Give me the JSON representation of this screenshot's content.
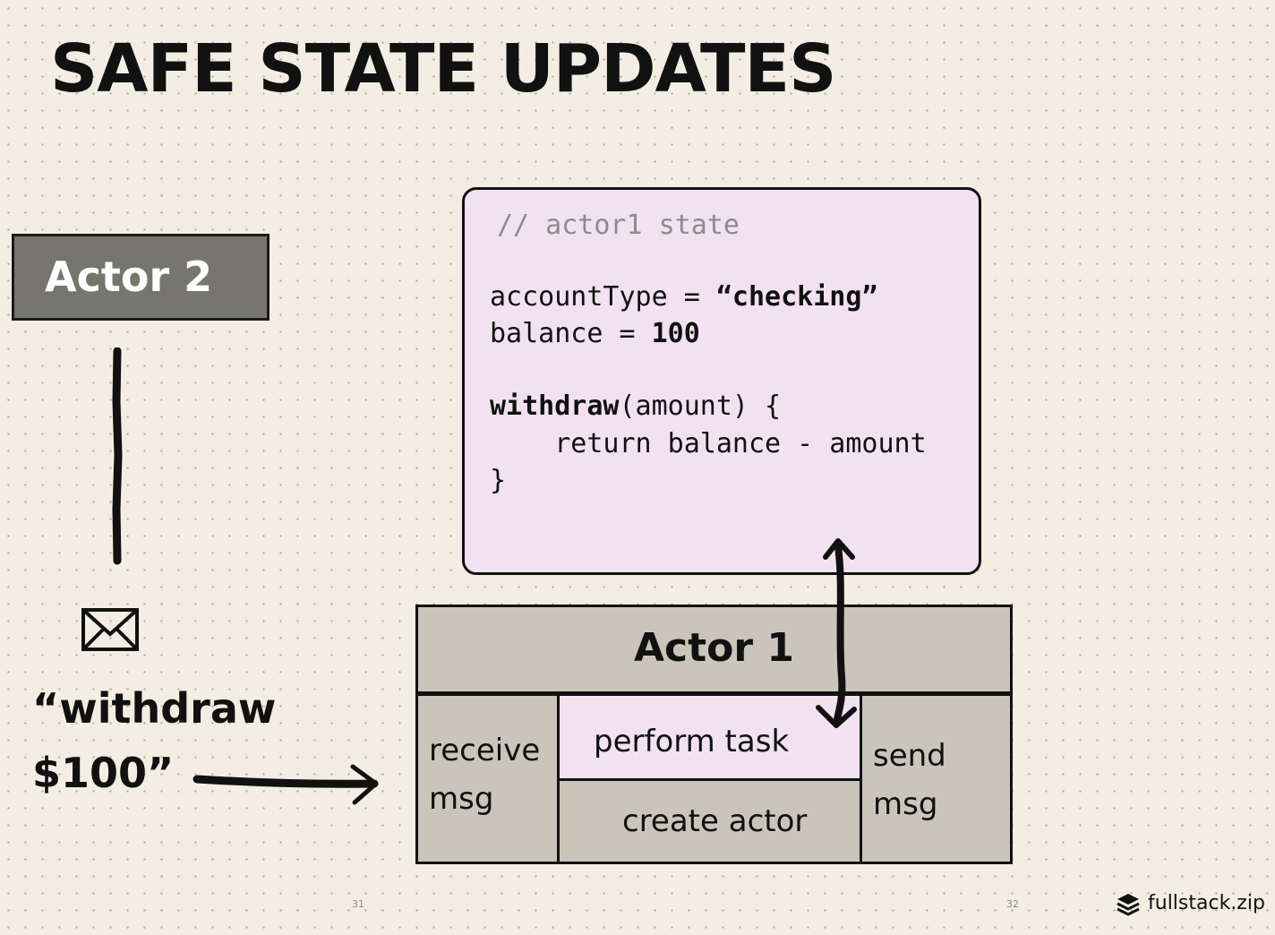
{
  "title": "SAFE STATE UPDATES",
  "actor2": {
    "label": "Actor 2"
  },
  "message": {
    "icon": "envelope-icon",
    "line1": "“withdraw",
    "line2": "$100”"
  },
  "state_box": {
    "comment": "// actor1 state",
    "line1_pre": "accountType = ",
    "line1_val": "“checking”",
    "line2_pre": "balance = ",
    "line2_val": "100",
    "line3_fn": "withdraw",
    "line3_rest": "(amount) {",
    "line4": "    return balance - amount",
    "line5": "}"
  },
  "actor1": {
    "label": "Actor 1",
    "receive_line1": "receive",
    "receive_line2": "msg",
    "perform_task": "perform task",
    "create_actor": "create actor",
    "send_line1": "send",
    "send_line2": "msg"
  },
  "footer": {
    "page_left": "31",
    "page_right": "32",
    "brand": "fullstack.zip",
    "brand_icon": "layers-icon"
  }
}
